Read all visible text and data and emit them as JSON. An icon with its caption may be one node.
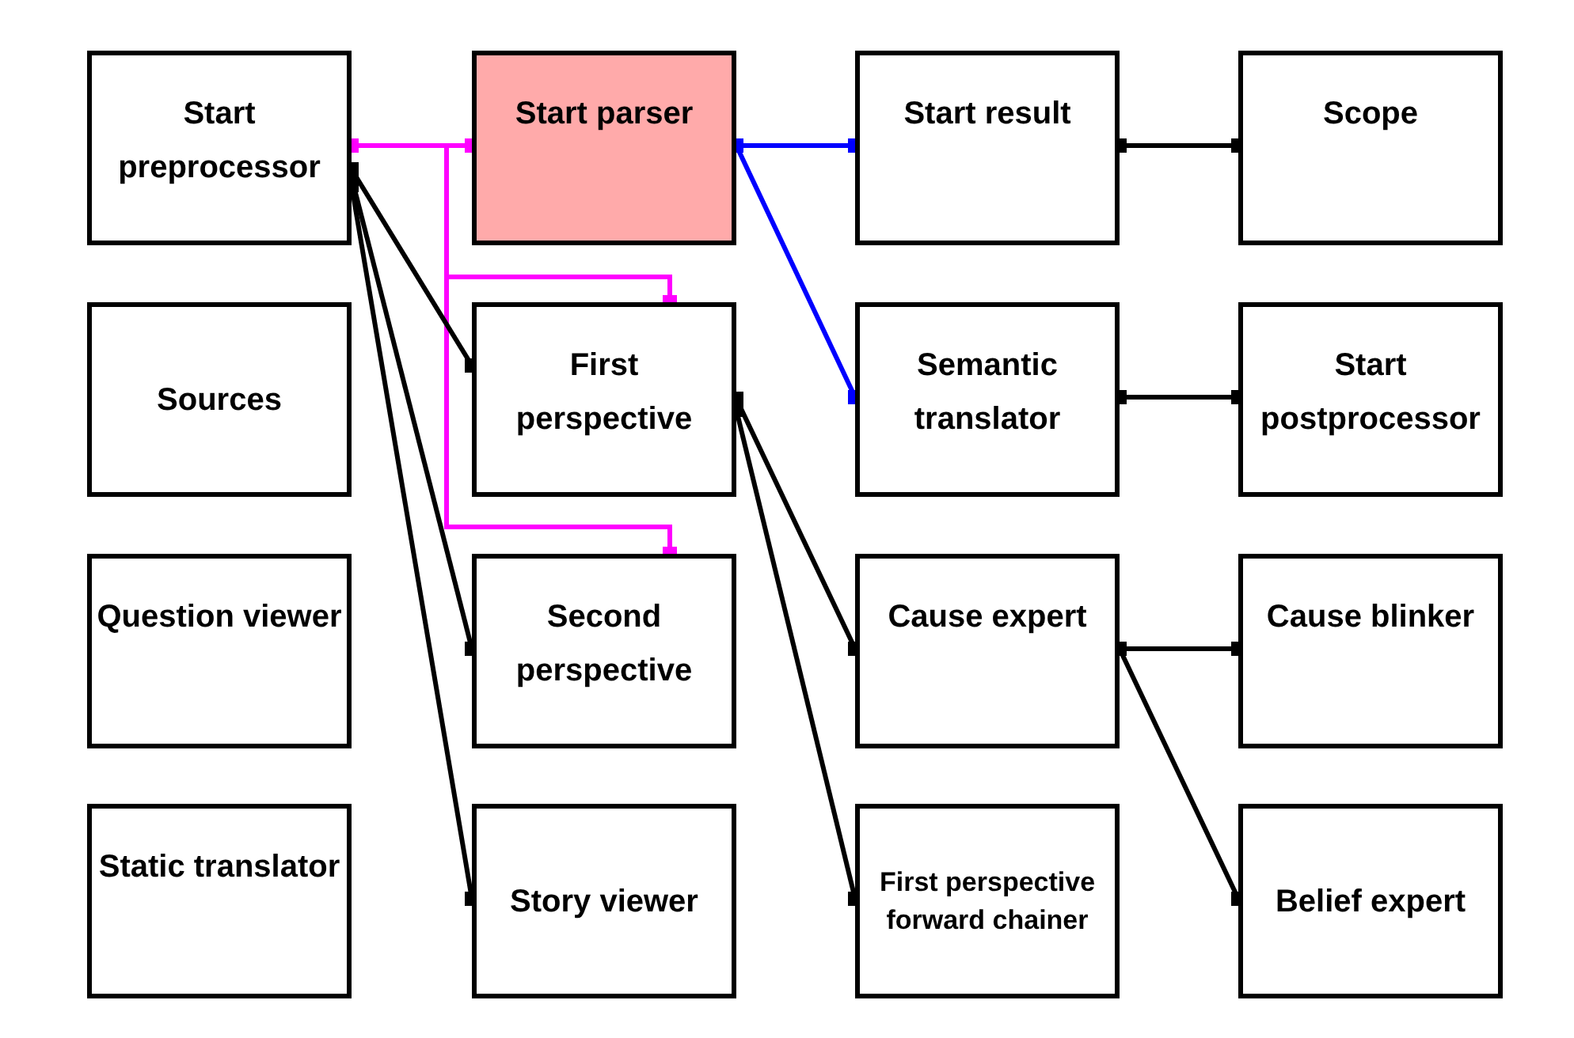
{
  "diagram": {
    "nodes": [
      {
        "text": [
          "Start preprocessor"
        ]
      },
      {
        "text": [
          "Start parser"
        ]
      },
      {
        "text": [
          "Start result"
        ]
      },
      {
        "text": [
          "Scope"
        ]
      },
      {
        "text": [
          "Sources"
        ]
      },
      {
        "text": [
          "First perspective"
        ]
      },
      {
        "text": [
          "Semantic translator"
        ]
      },
      {
        "text": [
          "Start postprocessor"
        ]
      },
      {
        "text": [
          "Question viewer"
        ]
      },
      {
        "text": [
          "Second perspective"
        ]
      },
      {
        "text": [
          "Cause expert"
        ]
      },
      {
        "text": [
          "Cause blinker"
        ]
      },
      {
        "text": [
          "Static translator"
        ]
      },
      {
        "text": [
          "Story viewer"
        ]
      },
      {
        "text": [
          "First perspective forward chainer"
        ]
      },
      {
        "text": [
          "Belief expert"
        ]
      }
    ],
    "edges": [
      {
        "from": 0,
        "to": 1,
        "arrow": "other",
        "color": "#ff00ff"
      },
      {
        "from": 0,
        "to": 5,
        "arrow": "other",
        "color": "#ff00ff"
      },
      {
        "from": 0,
        "to": 9,
        "arrow": "other",
        "color": "#ff00ff"
      },
      {
        "from": 1,
        "to": 2,
        "arrow": "other",
        "color": "#0000ff"
      },
      {
        "from": 1,
        "to": 6,
        "arrow": "other",
        "color": "#0000ff"
      },
      {
        "from": 2,
        "to": 3,
        "arrow": "other"
      },
      {
        "from": 6,
        "to": 7,
        "arrow": "other"
      },
      {
        "from": 10,
        "to": 11,
        "arrow": "other"
      },
      {
        "from": 10,
        "to": 15,
        "arrow": "other"
      },
      {
        "from": 0,
        "to": 5,
        "arrow": "other"
      },
      {
        "from": 0,
        "to": 9,
        "arrow": "other"
      },
      {
        "from": 0,
        "to": 13,
        "arrow": "other"
      },
      {
        "from": 5,
        "to": 10,
        "arrow": "other"
      },
      {
        "from": 5,
        "to": 14,
        "arrow": "other"
      }
    ]
  }
}
